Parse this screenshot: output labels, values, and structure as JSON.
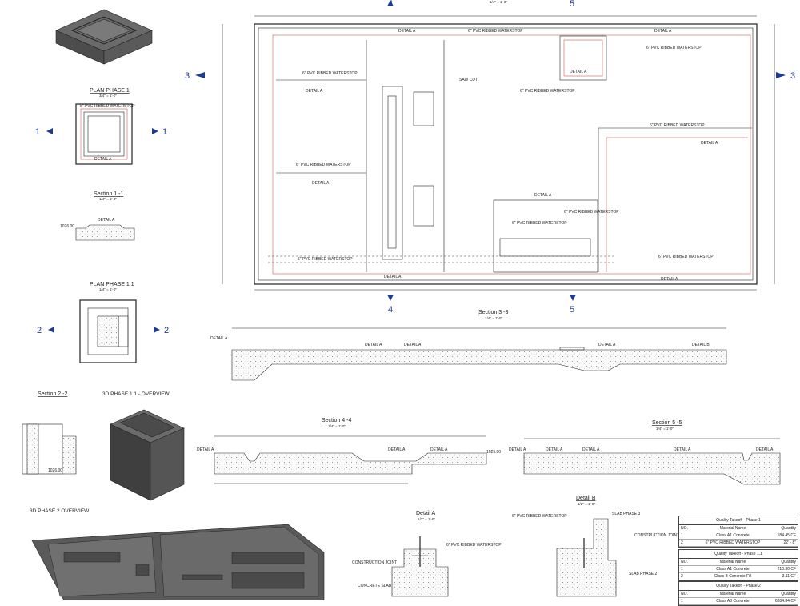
{
  "header": {
    "top_scale": "1/4\" = 1'-0\""
  },
  "markers": {
    "m1": "1",
    "m2": "2",
    "m3": "3",
    "m4": "4",
    "m5": "5"
  },
  "views": {
    "plan1": {
      "title": "PLAN PHASE 1",
      "scale": "3/4\" = 1'-0\""
    },
    "sec11": {
      "title": "Section 1 -1",
      "scale": "1/4\" = 1'-0\""
    },
    "plan11": {
      "title": "PLAN PHASE 1.1",
      "scale": "1/4\" = 1'-0\""
    },
    "sec22": {
      "title": "Section 2 -2"
    },
    "overview11": {
      "title": "3D PHASE 1.1 - OVERVIEW"
    },
    "overview2": {
      "title": "3D PHASE 2 OVERVIEW"
    },
    "sec33": {
      "title": "Section 3 -3",
      "scale": "1/4\" = 1'-0\""
    },
    "sec44": {
      "title": "Section 4 -4",
      "scale": "1/4\" = 1'-0\""
    },
    "sec55": {
      "title": "Section 5 -5",
      "scale": "1/4\" = 1'-0\""
    },
    "detA": {
      "title": "Detail A",
      "scale": "1/2\" = 1'-0\""
    },
    "detB": {
      "title": "Detail B",
      "scale": "1/2\" = 1'-0\""
    }
  },
  "labels": {
    "detail_a": "DETAIL A",
    "detail_b": "DETAIL B",
    "waterstop": "6\" PVC RIBBED WATERSTOP",
    "saw_cut": "SAW CUT",
    "construction_joint": "CONSTRUCTION JOINT",
    "concrete_slab": "CONCRETE SLAB",
    "slab_phase3": "SLAB PHASE 3",
    "slab_phase2": "SLAB PHASE 2",
    "elev_1": "1026.00",
    "elev_2": "1025.00"
  },
  "takeoff": [
    {
      "title": "Quality Takeoff - Phase 1",
      "head": [
        "NO.",
        "Material Name",
        "Quantity"
      ],
      "rows": [
        [
          "1",
          "Class A1 Concrete",
          "184.45 CF"
        ],
        [
          "2",
          "6\" PVC RIBBED WATERSTOP",
          "22' - 8\""
        ]
      ]
    },
    {
      "title": "Quality Takeoff - Phase 1.1",
      "head": [
        "NO.",
        "Material Name",
        "Quantity"
      ],
      "rows": [
        [
          "1",
          "Class A1 Concrete",
          "210.30 CF"
        ],
        [
          "2",
          "Class B Concrete Fill",
          "3.11 CF"
        ]
      ]
    },
    {
      "title": "Quality Takeoff - Phase 2",
      "head": [
        "NO.",
        "Material Name",
        "Quantity"
      ],
      "rows": [
        [
          "1",
          "Class A3 Concrete",
          "6284.84 CF"
        ]
      ]
    }
  ]
}
